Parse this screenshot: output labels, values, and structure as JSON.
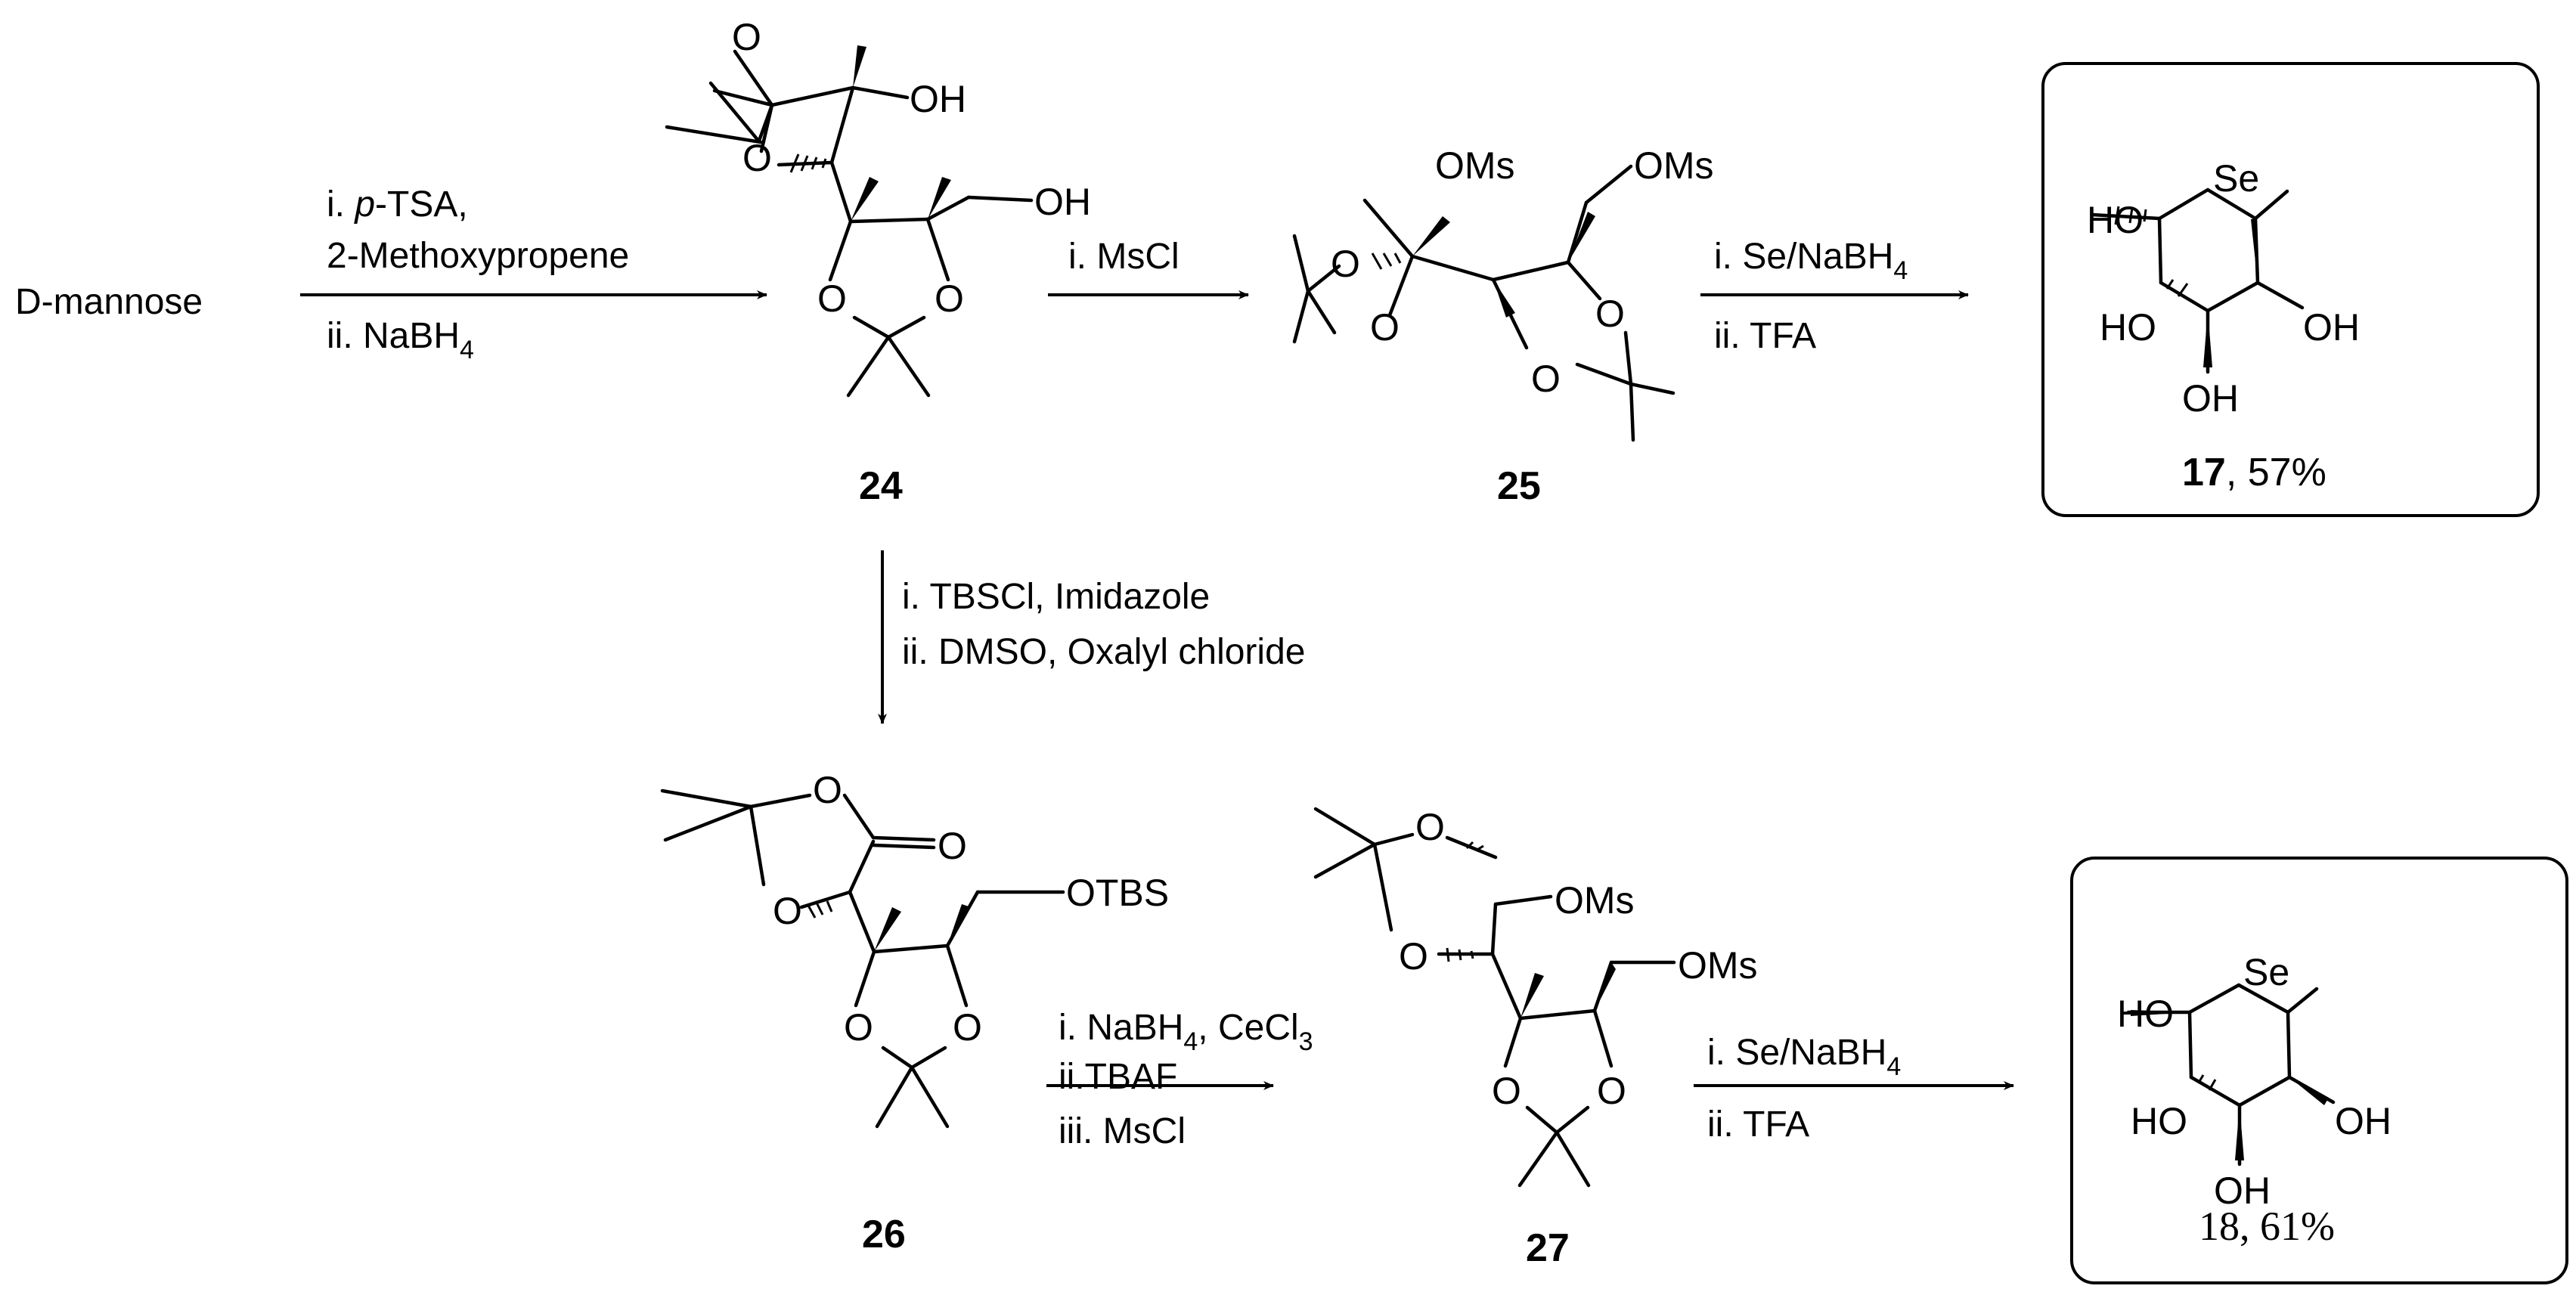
{
  "start_material": "D-mannose",
  "steps": {
    "s1_l1_prefix": "i. ",
    "s1_l1_italic": "p",
    "s1_l1_rest": "-TSA,",
    "s1_l2": "2-Methoxypropene",
    "s1_l3": "ii. NaBH",
    "s2_l1": "i. MsCl",
    "s3_l1": "i. Se/NaBH",
    "s3_l2": "ii. TFA",
    "s4_l1": "i. TBSCl, Imidazole",
    "s4_l2": "ii. DMSO, Oxalyl chloride",
    "s5_l1": "i. NaBH",
    "s5_l1_mid": ", CeCl",
    "s5_l2": "ii.TBAF",
    "s5_l3": "iii. MsCl",
    "s6_l1": "i. Se/NaBH",
    "s6_l2": "ii. TFA",
    "sub_4": "4",
    "sub_3": "3"
  },
  "atoms": {
    "O": "O",
    "OH": "OH",
    "HO": "HO",
    "OMs": "OMs",
    "OTBS": "OTBS",
    "Se": "Se"
  },
  "compounds": {
    "c24": "24",
    "c25": "25",
    "c26": "26",
    "c27": "27",
    "c17_num": "17",
    "c17_yield": ", 57%",
    "c18": "18, 61%"
  },
  "colors": {
    "ink": "#000000",
    "background": "#ffffff"
  }
}
